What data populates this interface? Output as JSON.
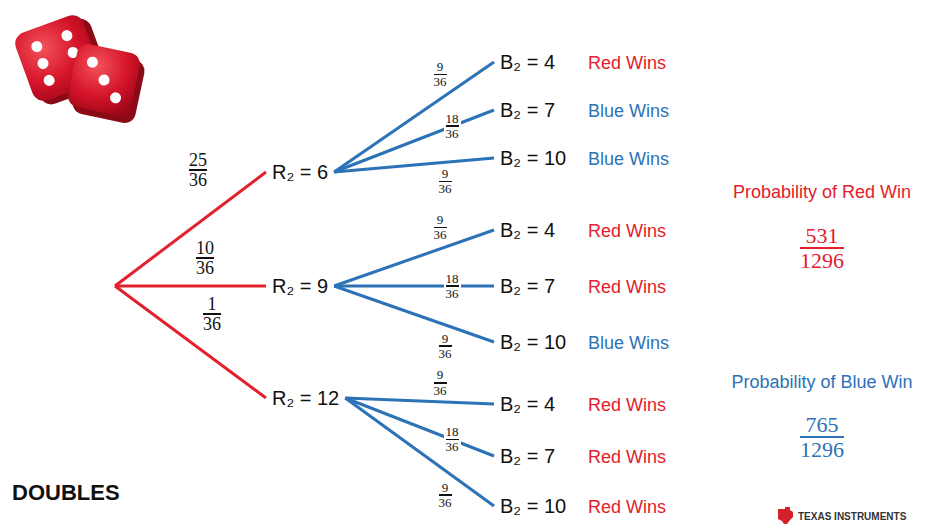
{
  "diagram": {
    "title": "DOUBLES",
    "nodes": [
      {
        "text": [
          "R₂ = 6"
        ]
      },
      {
        "text": [
          "R₂ = 9"
        ]
      },
      {
        "text": [
          "R₂ = 12"
        ]
      },
      {
        "text": [
          "B₂ = 4",
          "Red Wins"
        ]
      },
      {
        "text": [
          "B₂ = 7",
          "Blue Wins"
        ]
      },
      {
        "text": [
          "B₂ = 10",
          "Blue Wins"
        ]
      },
      {
        "text": [
          "B₂ = 4",
          "Red Wins"
        ]
      },
      {
        "text": [
          "B₂ = 7",
          "Red Wins"
        ]
      },
      {
        "text": [
          "B₂ = 10",
          "Blue Wins"
        ]
      },
      {
        "text": [
          "B₂ = 4",
          "Red Wins"
        ]
      },
      {
        "text": [
          "B₂ = 7",
          "Red Wins"
        ]
      },
      {
        "text": [
          "B₂ = 10",
          "Red Wins"
        ]
      }
    ],
    "edges": [
      {
        "from": 0,
        "to": 3,
        "arrow": "none"
      },
      {
        "from": 0,
        "to": 4,
        "arrow": "none"
      },
      {
        "from": 0,
        "to": 5,
        "arrow": "none"
      },
      {
        "from": 1,
        "to": 6,
        "arrow": "none"
      },
      {
        "from": 1,
        "to": 7,
        "arrow": "none"
      },
      {
        "from": 1,
        "to": 8,
        "arrow": "none"
      },
      {
        "from": 2,
        "to": 9,
        "arrow": "none"
      },
      {
        "from": 2,
        "to": 10,
        "arrow": "none"
      },
      {
        "from": 2,
        "to": 11,
        "arrow": "none"
      }
    ],
    "labels": [
      "25",
      "36",
      "10",
      "36",
      "1",
      "36",
      "9",
      "36",
      "18",
      "36",
      "9",
      "36",
      "9",
      "36",
      "18",
      "36",
      "9",
      "36",
      "9",
      "36",
      "18",
      "36",
      "9",
      "36",
      "Probability of Red Win",
      "531",
      "1296",
      "Probability of Blue Win",
      "765",
      "1296",
      "TEXAS INSTRUMENTS"
    ]
  }
}
